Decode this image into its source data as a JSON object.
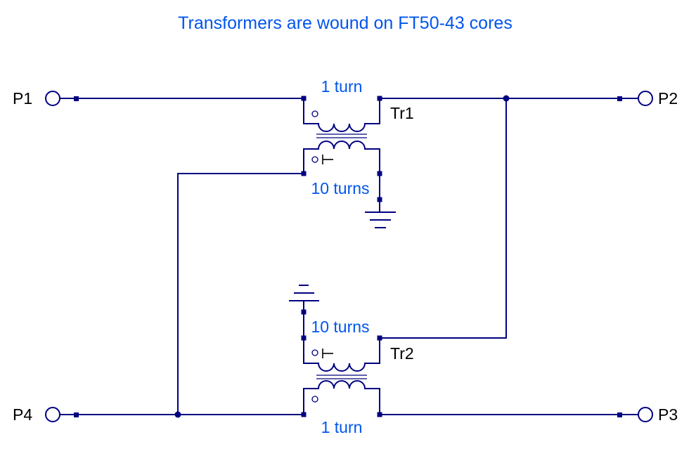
{
  "title": "Transformers are wound on FT50-43 cores",
  "colors": {
    "wire": "#000080",
    "annotation": "#0055ee",
    "label": "#000000",
    "background": "#ffffff"
  },
  "ports": [
    {
      "id": "P1",
      "label": "P1"
    },
    {
      "id": "P2",
      "label": "P2"
    },
    {
      "id": "P3",
      "label": "P3"
    },
    {
      "id": "P4",
      "label": "P4"
    }
  ],
  "transformers": [
    {
      "id": "Tr1",
      "label": "Tr1",
      "primary_label": "1 turn",
      "secondary_label": "10 turns"
    },
    {
      "id": "Tr2",
      "label": "Tr2",
      "primary_label": "1 turn",
      "secondary_label": "10 turns"
    }
  ]
}
